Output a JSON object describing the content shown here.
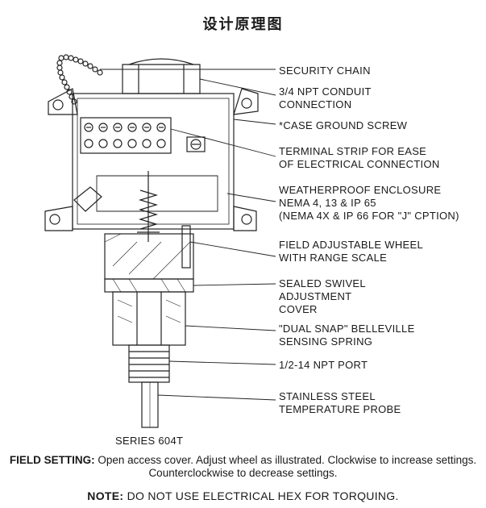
{
  "title": "设计原理图",
  "callouts": [
    {
      "id": "security-chain",
      "lines": [
        "SECURITY CHAIN"
      ]
    },
    {
      "id": "conduit-connection",
      "lines": [
        "3/4 NPT CONDUIT",
        "CONNECTION"
      ]
    },
    {
      "id": "case-ground-screw",
      "lines": [
        "*CASE GROUND SCREW"
      ]
    },
    {
      "id": "terminal-strip",
      "lines": [
        "TERMINAL STRIP FOR EASE",
        "OF ELECTRICAL CONNECTION"
      ]
    },
    {
      "id": "weatherproof-enclosure",
      "lines": [
        "WEATHERPROOF ENCLOSURE",
        "NEMA 4, 13 & IP 65",
        "(NEMA 4X & IP 66 FOR \"J\" CPTION)"
      ]
    },
    {
      "id": "adjustable-wheel",
      "lines": [
        "FIELD ADJUSTABLE WHEEL",
        "WITH RANGE SCALE"
      ]
    },
    {
      "id": "sealed-swivel-cover",
      "lines": [
        "SEALED SWIVEL",
        "ADJUSTMENT",
        "COVER"
      ]
    },
    {
      "id": "dual-snap-spring",
      "lines": [
        "\"DUAL SNAP\" BELLEVILLE",
        "SENSING SPRING"
      ]
    },
    {
      "id": "npt-port",
      "lines": [
        "1/2-14 NPT PORT"
      ]
    },
    {
      "id": "temperature-probe",
      "lines": [
        "STAINLESS STEEL",
        "TEMPERATURE PROBE"
      ]
    }
  ],
  "caption": "SERIES 604T",
  "field_setting": {
    "label": "FIELD SETTING:",
    "text": "Open access cover. Adjust wheel as illustrated. Clockwise to increase settings. Counterclockwise to decrease settings."
  },
  "note": {
    "label": "NOTE:",
    "text": "DO NOT USE ELECTRICAL HEX FOR TORQUING."
  }
}
